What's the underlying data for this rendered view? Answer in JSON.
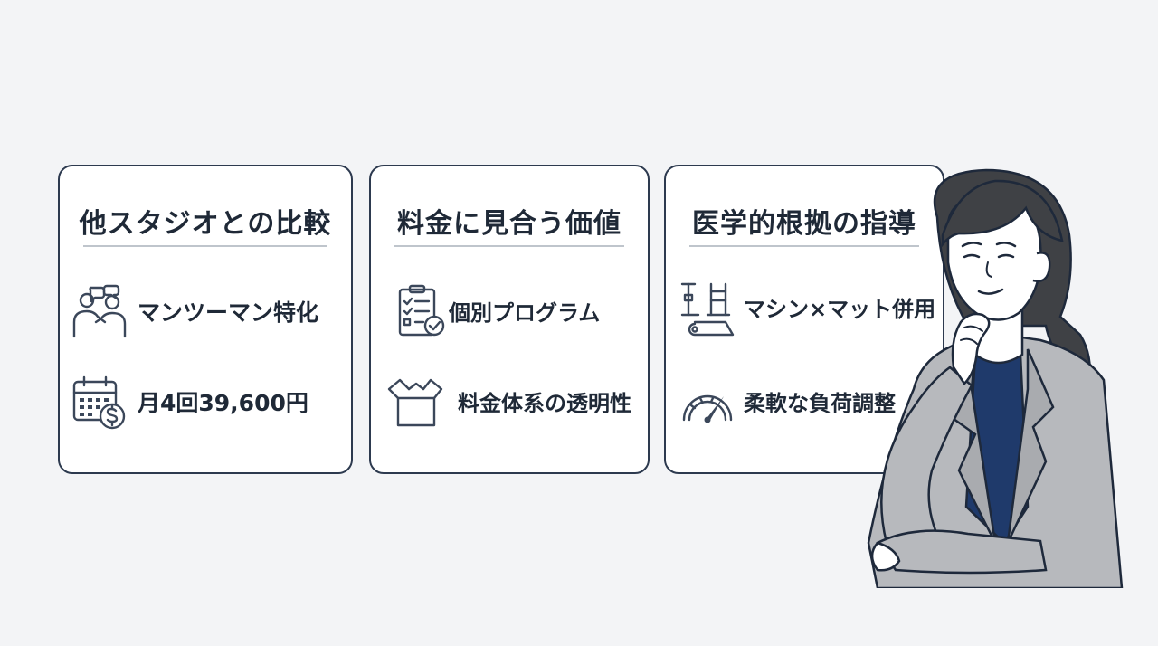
{
  "cards": [
    {
      "title": "他スタジオとの比較",
      "items": [
        {
          "icon": "people-talking-icon",
          "label": "マンツーマン特化"
        },
        {
          "icon": "calendar-money-icon",
          "label": "月4回39,600円"
        }
      ]
    },
    {
      "title": "料金に見合う価値",
      "items": [
        {
          "icon": "checklist-icon",
          "label": "個別プログラム"
        },
        {
          "icon": "open-box-icon",
          "label": "料金体系の透明性"
        }
      ]
    },
    {
      "title": "医学的根拠の指導",
      "items": [
        {
          "icon": "machine-mat-icon",
          "label": "マシン×マット併用"
        },
        {
          "icon": "gauge-icon",
          "label": "柔軟な負荷調整"
        }
      ]
    }
  ],
  "colors": {
    "background": "#f3f4f6",
    "card_border": "#2d3a4f",
    "text": "#1f2937",
    "jacket": "#b7b9bd",
    "shirt": "#1f3a6b",
    "hair": "#3f4145"
  }
}
